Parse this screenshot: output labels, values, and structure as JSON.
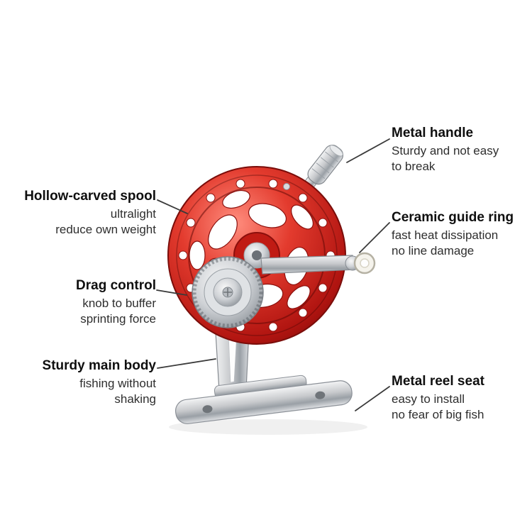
{
  "colors": {
    "spool_red": "#d6322a",
    "spool_red_dark": "#8c0f0c",
    "metal_silver": "#c9ccd0",
    "ceramic_white": "#f5f3ec",
    "text_primary": "#0f0f0f",
    "text_secondary": "#2e2e2e",
    "leader_line": "#3a3a3a",
    "background": "#ffffff"
  },
  "illustration": {
    "parts": [
      "hollow-carved-spool",
      "drag-control-knob",
      "crank-handle-arm",
      "ceramic-guide-ring",
      "metal-handle-grip",
      "main-body-stand",
      "metal-reel-seat-base"
    ]
  },
  "annotations": {
    "metal_handle": {
      "title": "Metal handle",
      "desc": "Sturdy and not easy\nto break",
      "side": "right"
    },
    "hollow_spool": {
      "title": "Hollow-carved spool",
      "desc": "ultralight\nreduce own weight",
      "side": "left"
    },
    "ceramic_ring": {
      "title": "Ceramic guide ring",
      "desc": "fast heat dissipation\nno line damage",
      "side": "right"
    },
    "drag_control": {
      "title": "Drag control",
      "desc": "knob to buffer\nsprinting force",
      "side": "left"
    },
    "main_body": {
      "title": "Sturdy main body",
      "desc": "fishing without\nshaking",
      "side": "left"
    },
    "reel_seat": {
      "title": "Metal reel seat",
      "desc": "easy to install\nno fear of big fish",
      "side": "right"
    }
  }
}
